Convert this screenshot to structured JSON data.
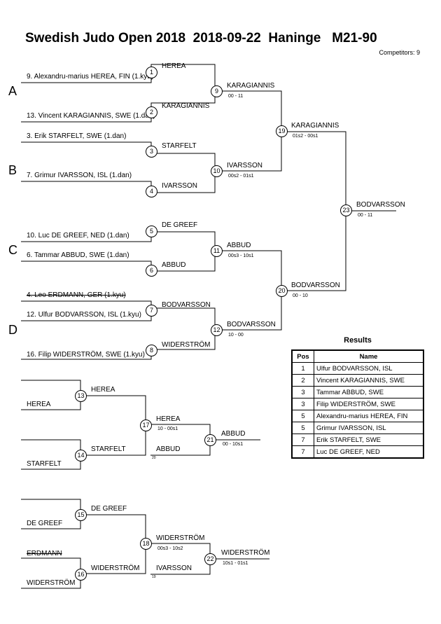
{
  "title": "Swedish Judo Open 2018  2018-09-22  Haninge   M21-90",
  "competitors_label": "Competitors: 9",
  "pools": [
    "A",
    "B",
    "C",
    "D"
  ],
  "entries": [
    "9. Alexandru-marius HEREA, FIN (1.kyu)",
    "13. Vincent KARAGIANNIS, SWE (1.dan)",
    "3. Erik STARFELT, SWE (1.dan)",
    "7. Grimur IVARSSON, ISL (1.dan)",
    "10. Luc DE GREEF, NED (1.dan)",
    "6. Tammar ABBUD, SWE (1.dan)",
    "4. Leo ERDMANN, GER (1.kyu)",
    "12. Ulfur BODVARSSON, ISL (1.kyu)",
    "16. Filip WIDERSTRÖM, SWE (1.kyu)"
  ],
  "main": {
    "m1": "HEREA",
    "m2": "KARAGIANNIS",
    "m3": "STARFELT",
    "m4": "IVARSSON",
    "m5": "DE GREEF",
    "m6": "ABBUD",
    "m7": "BODVARSSON",
    "m8": "WIDERSTRÖM",
    "m9": "KARAGIANNIS",
    "m9s": "00 - 11",
    "m10": "IVARSSON",
    "m10s": "00s2 - 01s1",
    "m11": "ABBUD",
    "m11s": "00s3 - 10s1",
    "m12": "BODVARSSON",
    "m12s": "10 - 00",
    "m19": "KARAGIANNIS",
    "m19s": "01s2 - 00s1",
    "m20": "BODVARSSON",
    "m20s": "00 - 10",
    "m23": "BODVARSSON",
    "m23s": "00 - 11"
  },
  "rep1": {
    "in1": "HEREA",
    "in2": "STARFELT",
    "m13": "HEREA",
    "m14": "STARFELT",
    "m17": "HEREA",
    "m17s": "10 - 00s1",
    "in3": "ABBUD",
    "in3n": "20",
    "m21": "ABBUD",
    "m21s": "00 - 10s1"
  },
  "rep2": {
    "in1": "DE GREEF",
    "in2": "ERDMANN",
    "in3": "WIDERSTRÖM",
    "m15": "DE GREEF",
    "m16": "WIDERSTRÖM",
    "m18": "WIDERSTRÖM",
    "m18s": "00s3 - 10s2",
    "in4": "IVARSSON",
    "in4n": "19",
    "m22": "WIDERSTRÖM",
    "m22s": "10s1 - 01s1"
  },
  "results": {
    "title": "Results",
    "headers": [
      "Pos",
      "Name"
    ],
    "rows": [
      [
        "1",
        "Ulfur BODVARSSON, ISL"
      ],
      [
        "2",
        "Vincent KARAGIANNIS, SWE"
      ],
      [
        "3",
        "Tammar ABBUD, SWE"
      ],
      [
        "3",
        "Filip WIDERSTRÖM, SWE"
      ],
      [
        "5",
        "Alexandru-marius HEREA, FIN"
      ],
      [
        "5",
        "Grimur IVARSSON, ISL"
      ],
      [
        "7",
        "Erik STARFELT, SWE"
      ],
      [
        "7",
        "Luc DE GREEF, NED"
      ]
    ]
  }
}
